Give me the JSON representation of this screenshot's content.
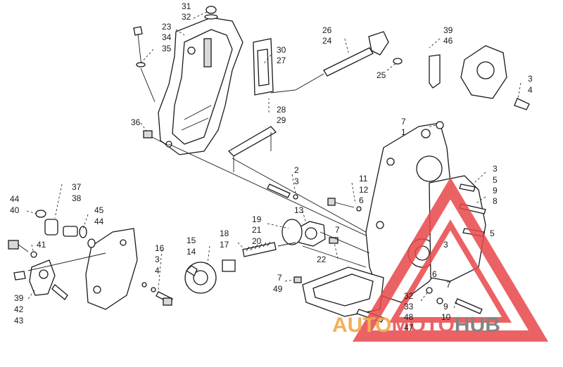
{
  "callouts": {
    "c31a": "31",
    "c32a": "32",
    "c23": "23",
    "c34": "34",
    "c35": "35",
    "c30": "30",
    "c27": "27",
    "c26": "26",
    "c24": "24",
    "c25": "25",
    "c39a": "39",
    "c46": "46",
    "c3a": "3",
    "c4a": "4",
    "c28": "28",
    "c29": "29",
    "c36": "36",
    "c7a": "7",
    "c1": "1",
    "c2": "2",
    "c3b": "3",
    "c11": "11",
    "c12": "12",
    "c6a": "6",
    "c3c": "3",
    "c5a": "5",
    "c9a": "9",
    "c8": "8",
    "c37": "37",
    "c38": "38",
    "c44a": "44",
    "c40": "40",
    "c45": "45",
    "c44b": "44",
    "c41": "41",
    "c13": "13",
    "c19": "19",
    "c21": "21",
    "c20": "20",
    "c7b": "7",
    "c5b": "5",
    "c3d": "3",
    "c18": "18",
    "c17": "17",
    "c15": "15",
    "c14": "14",
    "c16": "16",
    "c3e": "3",
    "c4b": "4",
    "c22": "22",
    "c6b": "6",
    "c7c": "7",
    "c7d": "7",
    "c49": "49",
    "c32b": "32",
    "c33": "33",
    "c48": "48",
    "c47": "47",
    "c9b": "9",
    "c10": "10",
    "c39b": "39",
    "c42": "42",
    "c43": "43"
  },
  "watermark": {
    "part1": "AUTO",
    "part2": "MOTO",
    "part3": "HUB",
    "colors": {
      "red": "#e8474a",
      "orange": "#f2a23a",
      "gray": "#6f6f6f"
    }
  }
}
